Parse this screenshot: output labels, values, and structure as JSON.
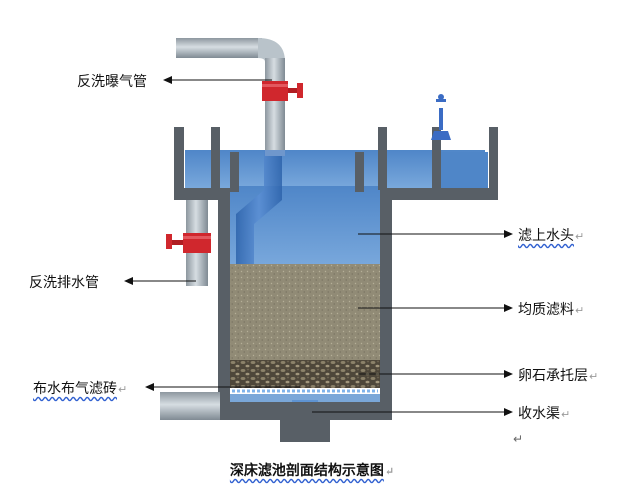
{
  "labels": {
    "backwash_air_pipe": "反洗曝气管",
    "backwash_drain_pipe": "反洗排水管",
    "distribution_brick": "布水布气滤砖",
    "water_head": "滤上水头",
    "filter_media": "均质滤料",
    "gravel_layer": "卵石承托层",
    "collection_channel": "收水渠"
  },
  "caption": "深床滤池剖面结构示意图",
  "paragraph_mark": "↵",
  "colors": {
    "wall": "#585f66",
    "water": "#5b8fcf",
    "media": "#8f8a76",
    "gravel": "#5a5344",
    "pipe": "#a9b3bb",
    "valve": "#d0272d",
    "air_pipe_inner": "#3f76c0"
  }
}
